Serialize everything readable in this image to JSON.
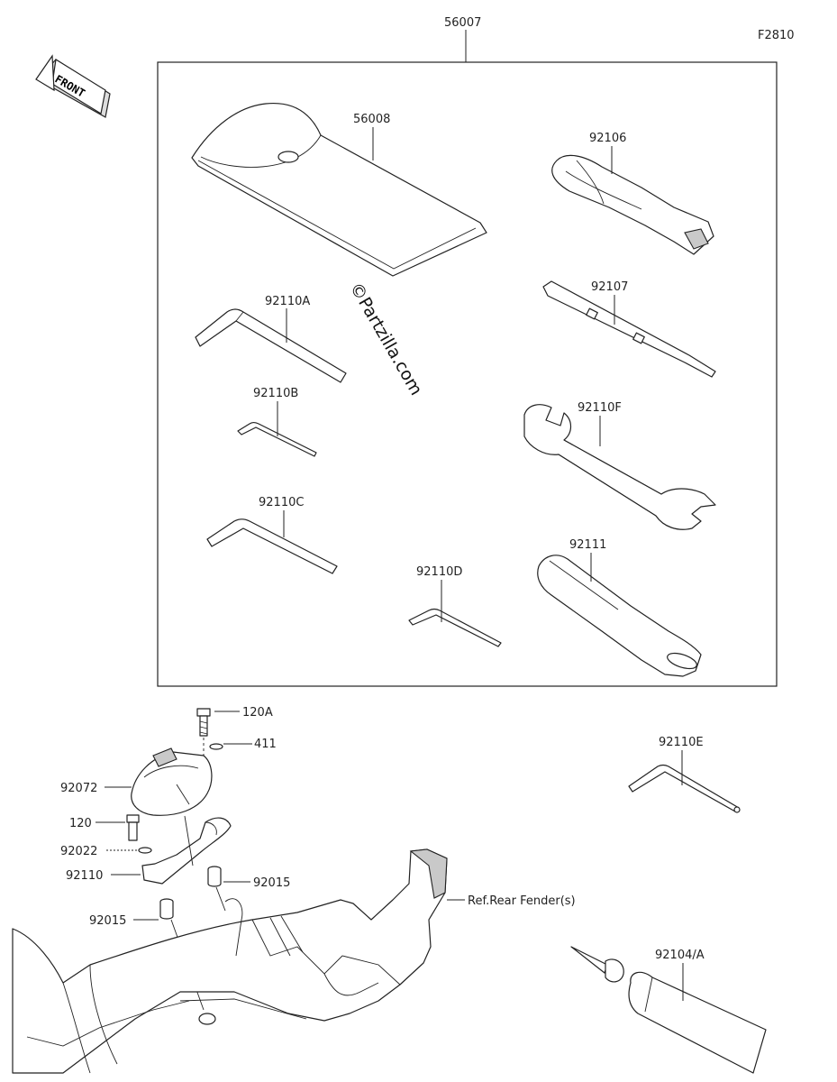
{
  "figure_code": "F2810",
  "front_label": "FRONT",
  "watermark": "©Partzilla.com",
  "labels": {
    "kit": "56007",
    "pouch": "56008",
    "screwdriver_handle": "92106",
    "screwdriver_bit": "92107",
    "wrench_a": "92110A",
    "wrench_b": "92110B",
    "wrench_c": "92110C",
    "wrench_d": "92110D",
    "spanner": "92110F",
    "lever": "92111",
    "wrench_e": "92110E",
    "grease": "92104/A",
    "bolt_a": "120A",
    "washer_411": "411",
    "case": "92072",
    "bolt": "120",
    "washer": "92022",
    "bracket": "92110",
    "collar_right": "92015",
    "collar_left": "92015",
    "ref_fender": "Ref.Rear Fender(s)"
  }
}
